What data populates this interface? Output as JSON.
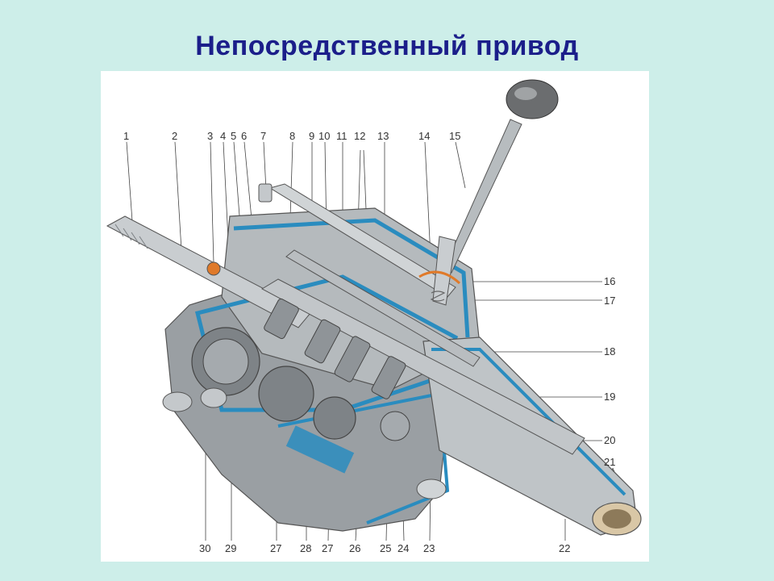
{
  "title": "Непосредственный привод",
  "colors": {
    "background": "#cdeee9",
    "title": "#1b1e8a",
    "housing_cut": "#2a8cbf",
    "metal": "#a9aeb2",
    "metal_dark": "#6f7478",
    "accent_orange": "#e07a2a"
  },
  "callouts_top": [
    "1",
    "2",
    "3",
    "4",
    "5",
    "6",
    "7",
    "8",
    "9",
    "10",
    "11",
    "12",
    "13",
    "14",
    "15"
  ],
  "callouts_right": [
    "16",
    "17",
    "18",
    "19",
    "20",
    "21"
  ],
  "callouts_bottom": [
    "30",
    "29",
    "27",
    "28",
    "27",
    "26",
    "25",
    "24",
    "23",
    "22"
  ]
}
